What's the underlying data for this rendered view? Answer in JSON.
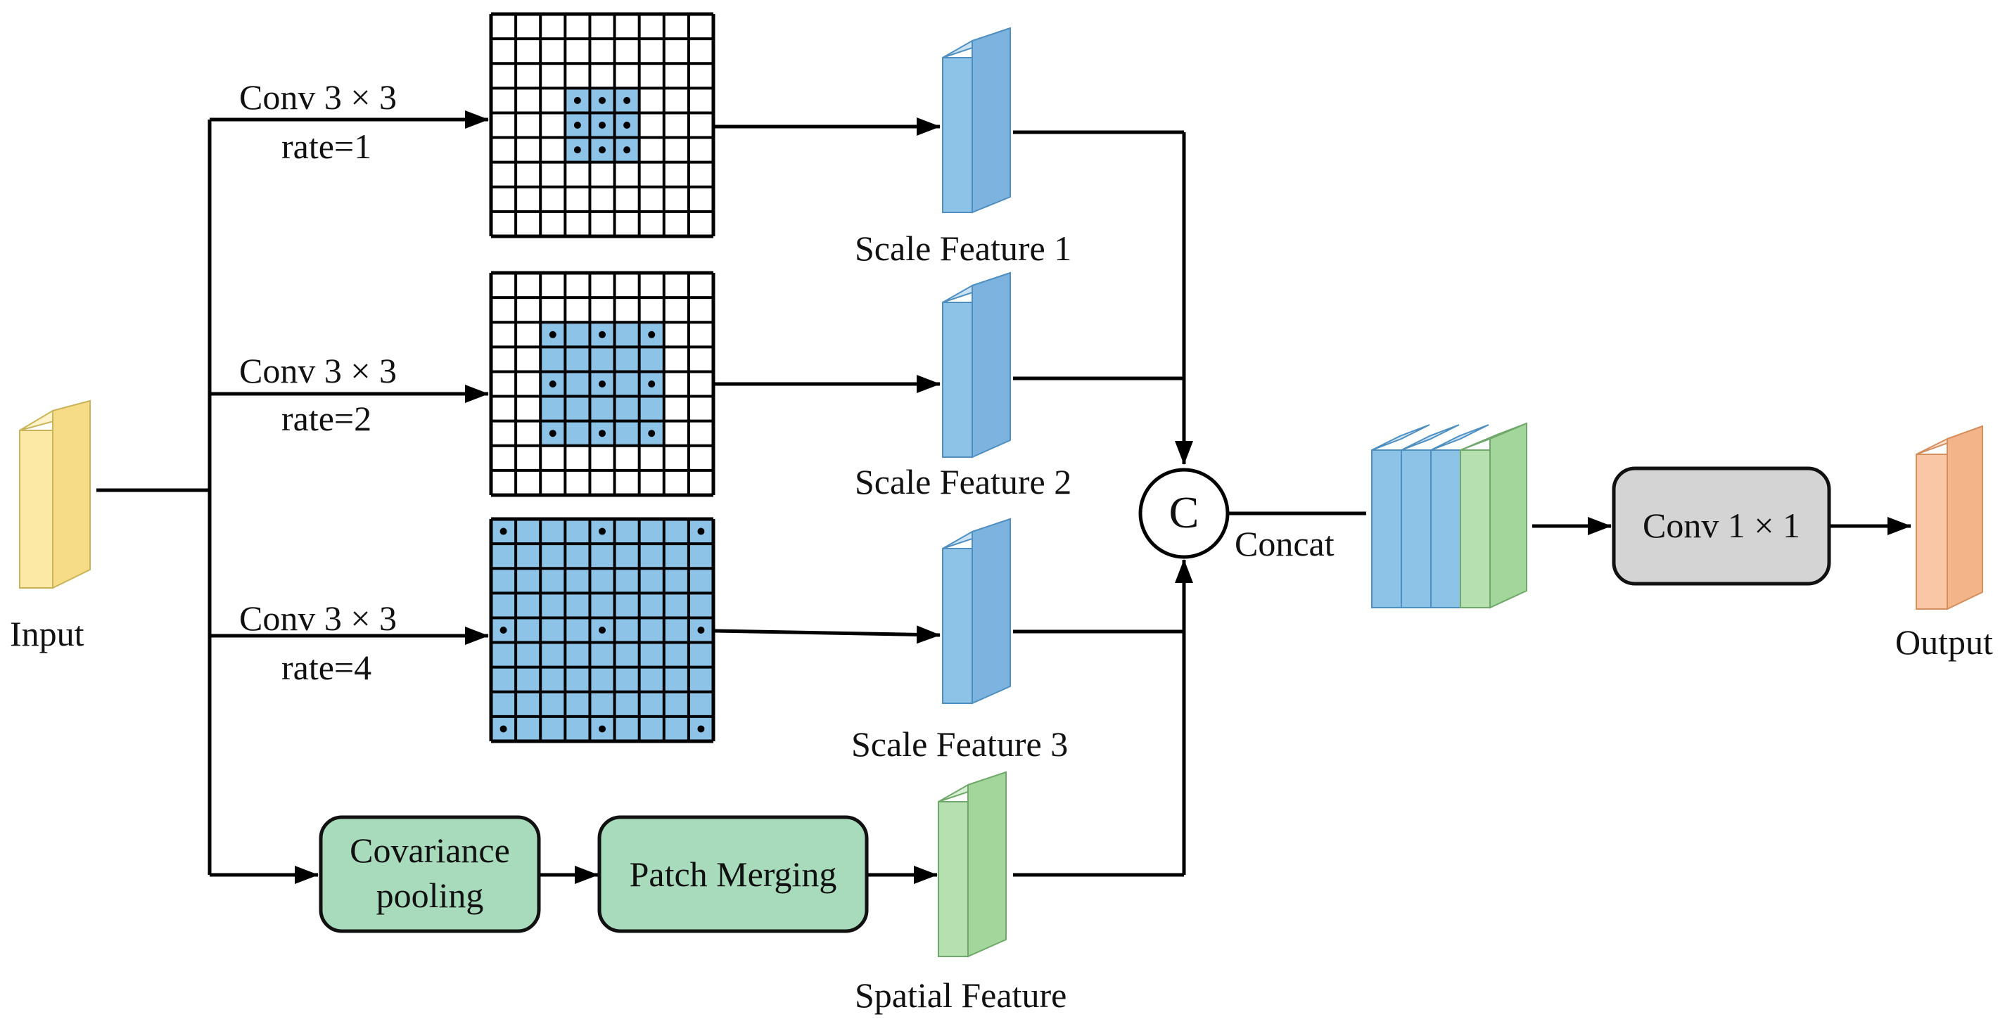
{
  "input": {
    "label": "Input"
  },
  "branches": [
    {
      "conv_label": "Conv 3 × 3",
      "rate_label": "rate=1",
      "feature_label": "Scale Feature 1"
    },
    {
      "conv_label": "Conv 3 × 3",
      "rate_label": "rate=2",
      "feature_label": "Scale Feature 2"
    },
    {
      "conv_label": "Conv 3 × 3",
      "rate_label": "rate=4",
      "feature_label": "Scale Feature 3"
    }
  ],
  "spatial_branch": {
    "covariance_line1": "Covariance",
    "covariance_line2": "pooling",
    "patch_merging": "Patch Merging",
    "feature_label": "Spatial Feature"
  },
  "concat": {
    "symbol": "C",
    "label": "Concat"
  },
  "conv1x1": {
    "label": "Conv 1 × 1"
  },
  "output": {
    "label": "Output"
  },
  "colors": {
    "input_cube": "#FCE9A6",
    "scale_cube": "#8EC3E8",
    "spatial_cube": "#B6E0B0",
    "output_cube": "#F9C7A6",
    "green_box": "#A8DABC",
    "gray_box": "#D4D4D4",
    "grid_fill": "#8EC3E8"
  }
}
